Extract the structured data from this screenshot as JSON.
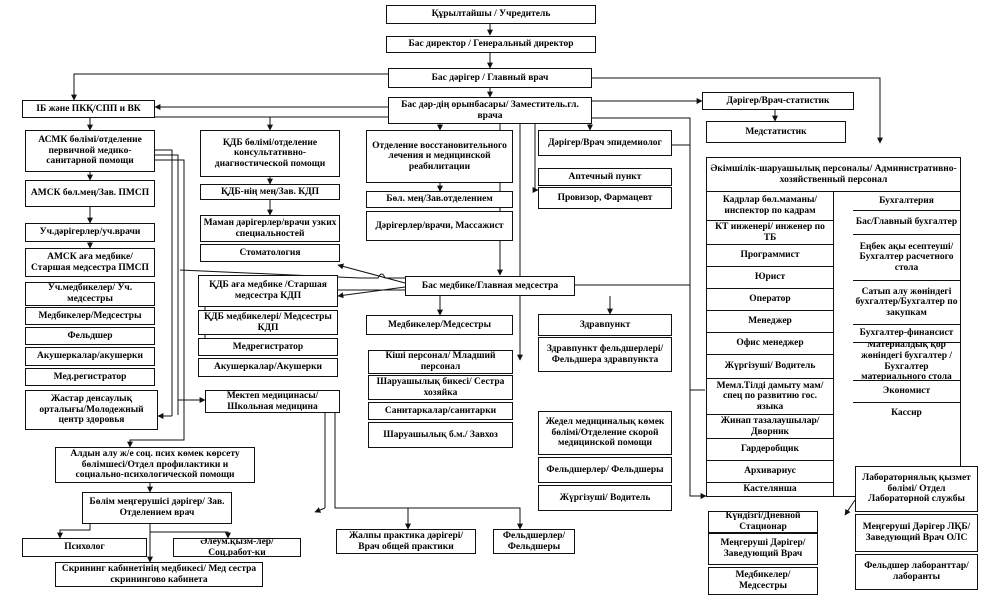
{
  "nodes": {
    "founder": "Құрылтайшы / Учредитель",
    "gen_director": "Бас директор / Генеральный директор",
    "chief_doctor": "Бас дәрігер / Главный врач",
    "ib": "ІБ және ПКҚ/СПП и ВК",
    "deputy": "Бас дәр-дің орынбасары/ Заместитель.гл. врача",
    "statistician": "Дәрігер/Врач-статистик",
    "medstat": "Медстатистик",
    "asmk": "АСМК бөлімі/отделение первичной медико-санитарной помощи",
    "kdb": "ҚДБ бөлімі/отделение консультативно-диагностической помощи",
    "rehab": "Отделение восстановительного лечения и медицинской реабилитации",
    "epidem": "Дәрігер/Врач эпидемиолог",
    "asmk_head": "АМСК бөл.мең/Зав. ПМСП",
    "kdb_head": "ҚДБ-нің мең/Зав. КДП",
    "rehab_head": "Бөл. мең/Зав.отделением",
    "rehab_doctors": "Дәрігерлер/врачи, Массажист",
    "pharmacy": "Аптечный пункт",
    "provisor": "Провизор, Фармацевт",
    "admin": "Әкімшілік-шаруашылық персоналы/ Административно-хозяйственный персонал",
    "uch_doctors": "Уч.дәрігерлер/уч.врачи",
    "specialists": "Маман дәрігерлер/врачи узких специальностей",
    "stomat": "Стоматология",
    "asmk_senior_nurse": "АМСК аға медбике/ Старшая медсестра ПМСП",
    "uch_nurses": "Уч.медбикелер/ Уч. медсестры",
    "nurses1": "Медбикелер/Медсестры",
    "feldsher": "Фельдшер",
    "midwives": "Акушеркалар/акушерки",
    "medreg1": "Мед.регистратор",
    "kdb_senior_nurse": "ҚДБ аға медбике /Старшая медсестра КДП",
    "kdb_nurses": "ҚДБ медбикелері/ Медсестры КДП",
    "medreg2": "Медрегистратор",
    "kdb_midwives": "Акушеркалар/Акушерки",
    "chief_nurse": "Бас медбике/Главная медсестра",
    "nurses2": "Медбикелер/Медсестры",
    "zdrav": "Здравпункт",
    "zdrav_feld": "Здравпункт фельдшерлері/ Фельдшера здравпункта",
    "youth_center": "Жастар денсаулық орталығы/Молодежный центр здоровья",
    "school_med": "Мектеп медицинасы/ Школьная медицина",
    "junior_staff": "Кіші персонал/ Младший персонал",
    "housekeeper": "Шаруашылық бикесі/ Сестра хозяйка",
    "sanitary": "Санитаркалар/санитарки",
    "zavhoz": "Шаруашылық б.м./ Завхоз",
    "emergency": "Жедел медициналық көмек бөлімі/Отделение скорой медицинской помощи",
    "em_feldsher": "Фельдшерлер/ Фельдшеры",
    "em_driver": "Жүргізуші/ Водитель",
    "prevention": "Алдын алу ж/е соц. псих көмек көрсету бөлімшесі/Отдел профилактики и социально-психологической помощи",
    "prev_head": "Бөлім меңгерушісі дәрігер/ Зав. Отделением врач",
    "psychologist": "Психолог",
    "social_workers": "Әлеум.қызм-лер/ Соц.работ-ки",
    "screening": "Скрининг кабинетінің медбикесі/ Мед сестра скринингово кабинета",
    "gp": "Жалпы практика дәрігері/ Врач общей практики",
    "gp_feldsher": "Фельдшерлер/ Фельдшеры",
    "day_stat": "Күндізгі/Дневной Стационар",
    "day_head": "Меңгеруші Дәрігер/ Заведующий Врач",
    "day_nurses": "Медбикелер/ Медсестры",
    "lab": "Лабораториялық қызмет бөлімі/ Отдел Лабораторной службы",
    "lab_head": "Меңгеруші Дәрігер ЛҚБ/ Заведующий Врач ОЛС",
    "lab_staff": "Фельдшер лаборанттар/ лаборанты"
  },
  "admin_left": [
    "Кадрлар бөл.маманы/ инспектор по кадрам",
    "КТ инженері/ инженер по ТБ",
    "Программист",
    "Юрист",
    "Оператор",
    "Менеджер",
    "Офис менеджер",
    "Жүргізуші/ Водитель",
    "Мемл.Тілді дамыту мам/спец по развитию гос. языка",
    "Жинап тазалаушылар/ Дворник",
    "Гардеробщик",
    "Архивариус",
    "Кастелянша"
  ],
  "admin_right": [
    "Бухгалтерия",
    "Бас/Главный бухгалтер",
    "Еңбек ақы есептеуші/ Бухгалтер расчетного стола",
    "Сатып алу жөніндегі бухгалтер/Бухгалтер по закупкам",
    "Бухгалтер-финансист",
    "Материалдық қор жөніндегі бухгалтер /Бухгалтер материального стола",
    "Экономист",
    "Кассир"
  ]
}
